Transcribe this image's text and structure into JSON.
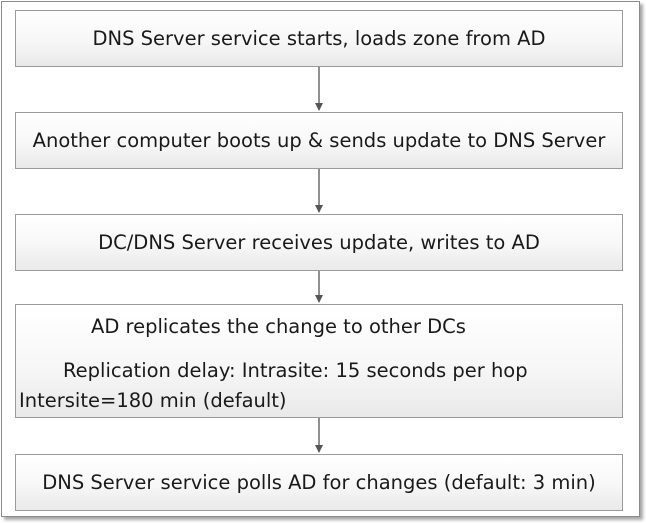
{
  "flowchart": {
    "steps": [
      {
        "id": "step1",
        "text": "DNS Server service starts, loads zone from AD"
      },
      {
        "id": "step2",
        "text": "Another computer boots up & sends update to DNS Server"
      },
      {
        "id": "step3",
        "text": "DC/DNS Server receives update, writes to AD"
      },
      {
        "id": "step4",
        "lines": [
          "AD replicates the change to other DCs",
          "Replication delay: Intrasite: 15 seconds per hop",
          "Intersite=180 min (default)"
        ]
      },
      {
        "id": "step5",
        "text": "DNS Server service polls AD for changes (default: 3 min)"
      }
    ]
  },
  "colors": {
    "box_border": "#9a9a9a",
    "arrow": "#555555",
    "text": "#1a1a1a"
  }
}
